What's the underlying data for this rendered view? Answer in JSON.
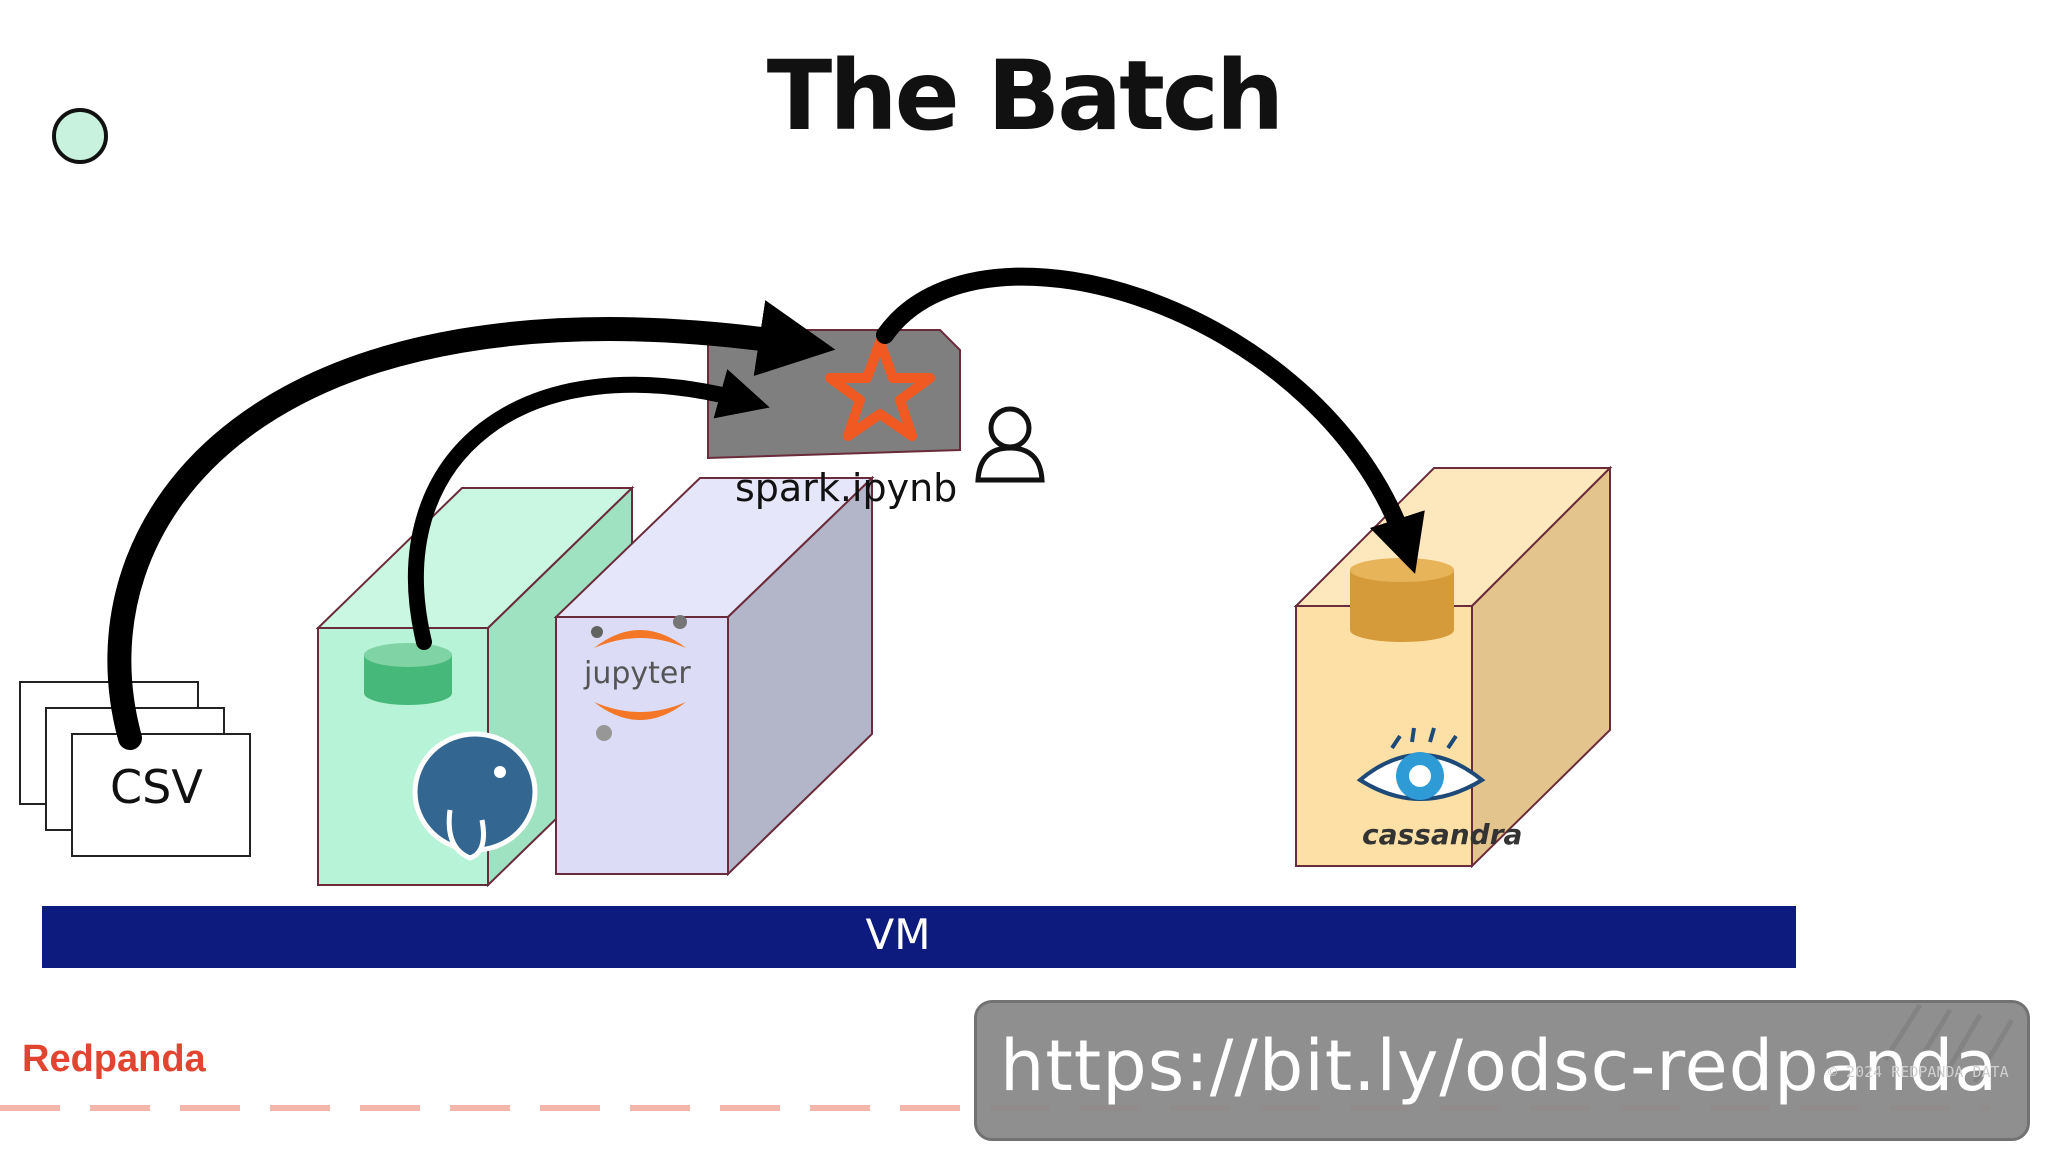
{
  "slide": {
    "title": "The Batch",
    "vm_label": "VM",
    "url": "https://bit.ly/odsc-redpanda",
    "copyright": "© 2024 REDPANDA DATA"
  },
  "nodes": {
    "csv": {
      "label": "CSV"
    },
    "spark": {
      "label": "spark.ipynb"
    },
    "jupyter": {
      "label": "jupyter"
    },
    "cassandra": {
      "label": "cassandra"
    }
  },
  "brand": {
    "name": "Redpanda",
    "color": "#e2452f"
  },
  "colors": {
    "vm_bar": "#0d1a7e",
    "postgres_box": "#b7f3d6",
    "jupyter_box": "#dcdcf6",
    "cassandra_box": "#fde0a6",
    "spark_box": "#7f7f7f",
    "spark_star": "#f05a22",
    "jupyter_orange": "#f37726",
    "postgres_blue": "#336791"
  },
  "icons": [
    "status-dot-icon",
    "spark-star-icon",
    "user-icon",
    "jupyter-logo-icon",
    "postgres-elephant-icon",
    "cassandra-eye-icon",
    "database-cylinder-icon"
  ]
}
